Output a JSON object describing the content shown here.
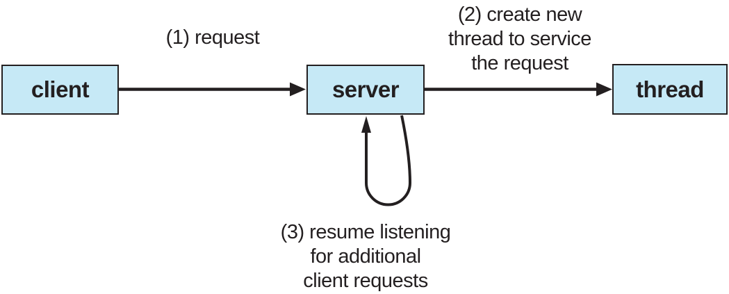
{
  "figure": {
    "background_color": "#ffffff",
    "ink_color": "#231f20",
    "node_fill_color": "#c6e9f6",
    "nodes": [
      {
        "id": "client",
        "label": "client"
      },
      {
        "id": "server",
        "label": "server"
      },
      {
        "id": "thread",
        "label": "thread"
      }
    ],
    "edges": [
      {
        "id": "request",
        "from": "client",
        "to": "server",
        "label_lines": [
          "(1) request"
        ]
      },
      {
        "id": "create-thread",
        "from": "server",
        "to": "thread",
        "label_lines": [
          "(2) create new",
          "thread to service",
          "the request"
        ]
      },
      {
        "id": "resume-listening",
        "from": "server",
        "to": "server",
        "label_lines": [
          "(3) resume listening",
          "for additional",
          "client requests"
        ]
      }
    ]
  }
}
